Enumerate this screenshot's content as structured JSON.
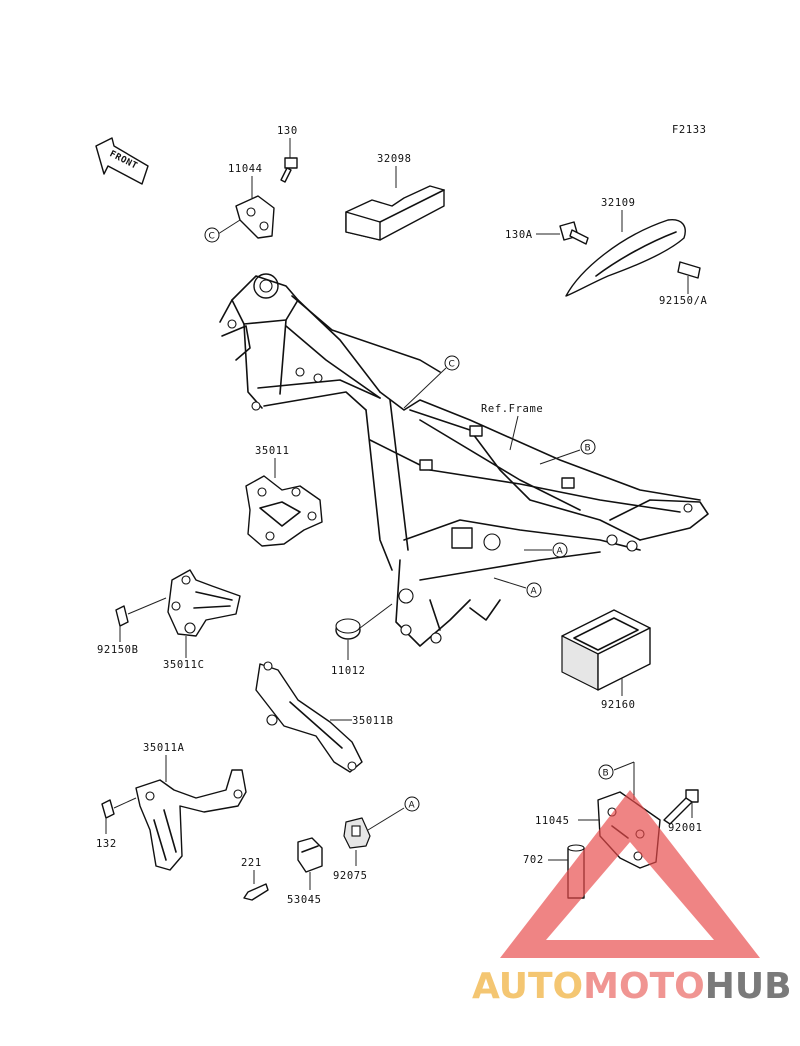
{
  "diagram": {
    "figure_code": "F2133",
    "front_arrow_label": "FRONT",
    "ref_label": "Ref.Frame",
    "part_numbers": {
      "p130": "130",
      "p11044": "11044",
      "p32098": "32098",
      "p32109": "32109",
      "p130A": "130A",
      "p92150A": "92150/A",
      "p35011": "35011",
      "p92150B": "92150B",
      "p35011C": "35011C",
      "p11012": "11012",
      "p92160": "92160",
      "p35011B": "35011B",
      "p35011A": "35011A",
      "p132": "132",
      "p221": "221",
      "p53045": "53045",
      "p92075": "92075",
      "p11045": "11045",
      "p702": "702",
      "p92001": "92001"
    },
    "reference_marks": {
      "a": "A",
      "b": "B",
      "c": "C"
    }
  },
  "watermark": {
    "part1": "AUTO",
    "part2": "MOTO",
    "part3": "HUB",
    "colors": {
      "auto": "#f3c063",
      "moto": "#ef8a87",
      "hub": "#6c6c6c",
      "triangle": "#e84a4a"
    }
  }
}
